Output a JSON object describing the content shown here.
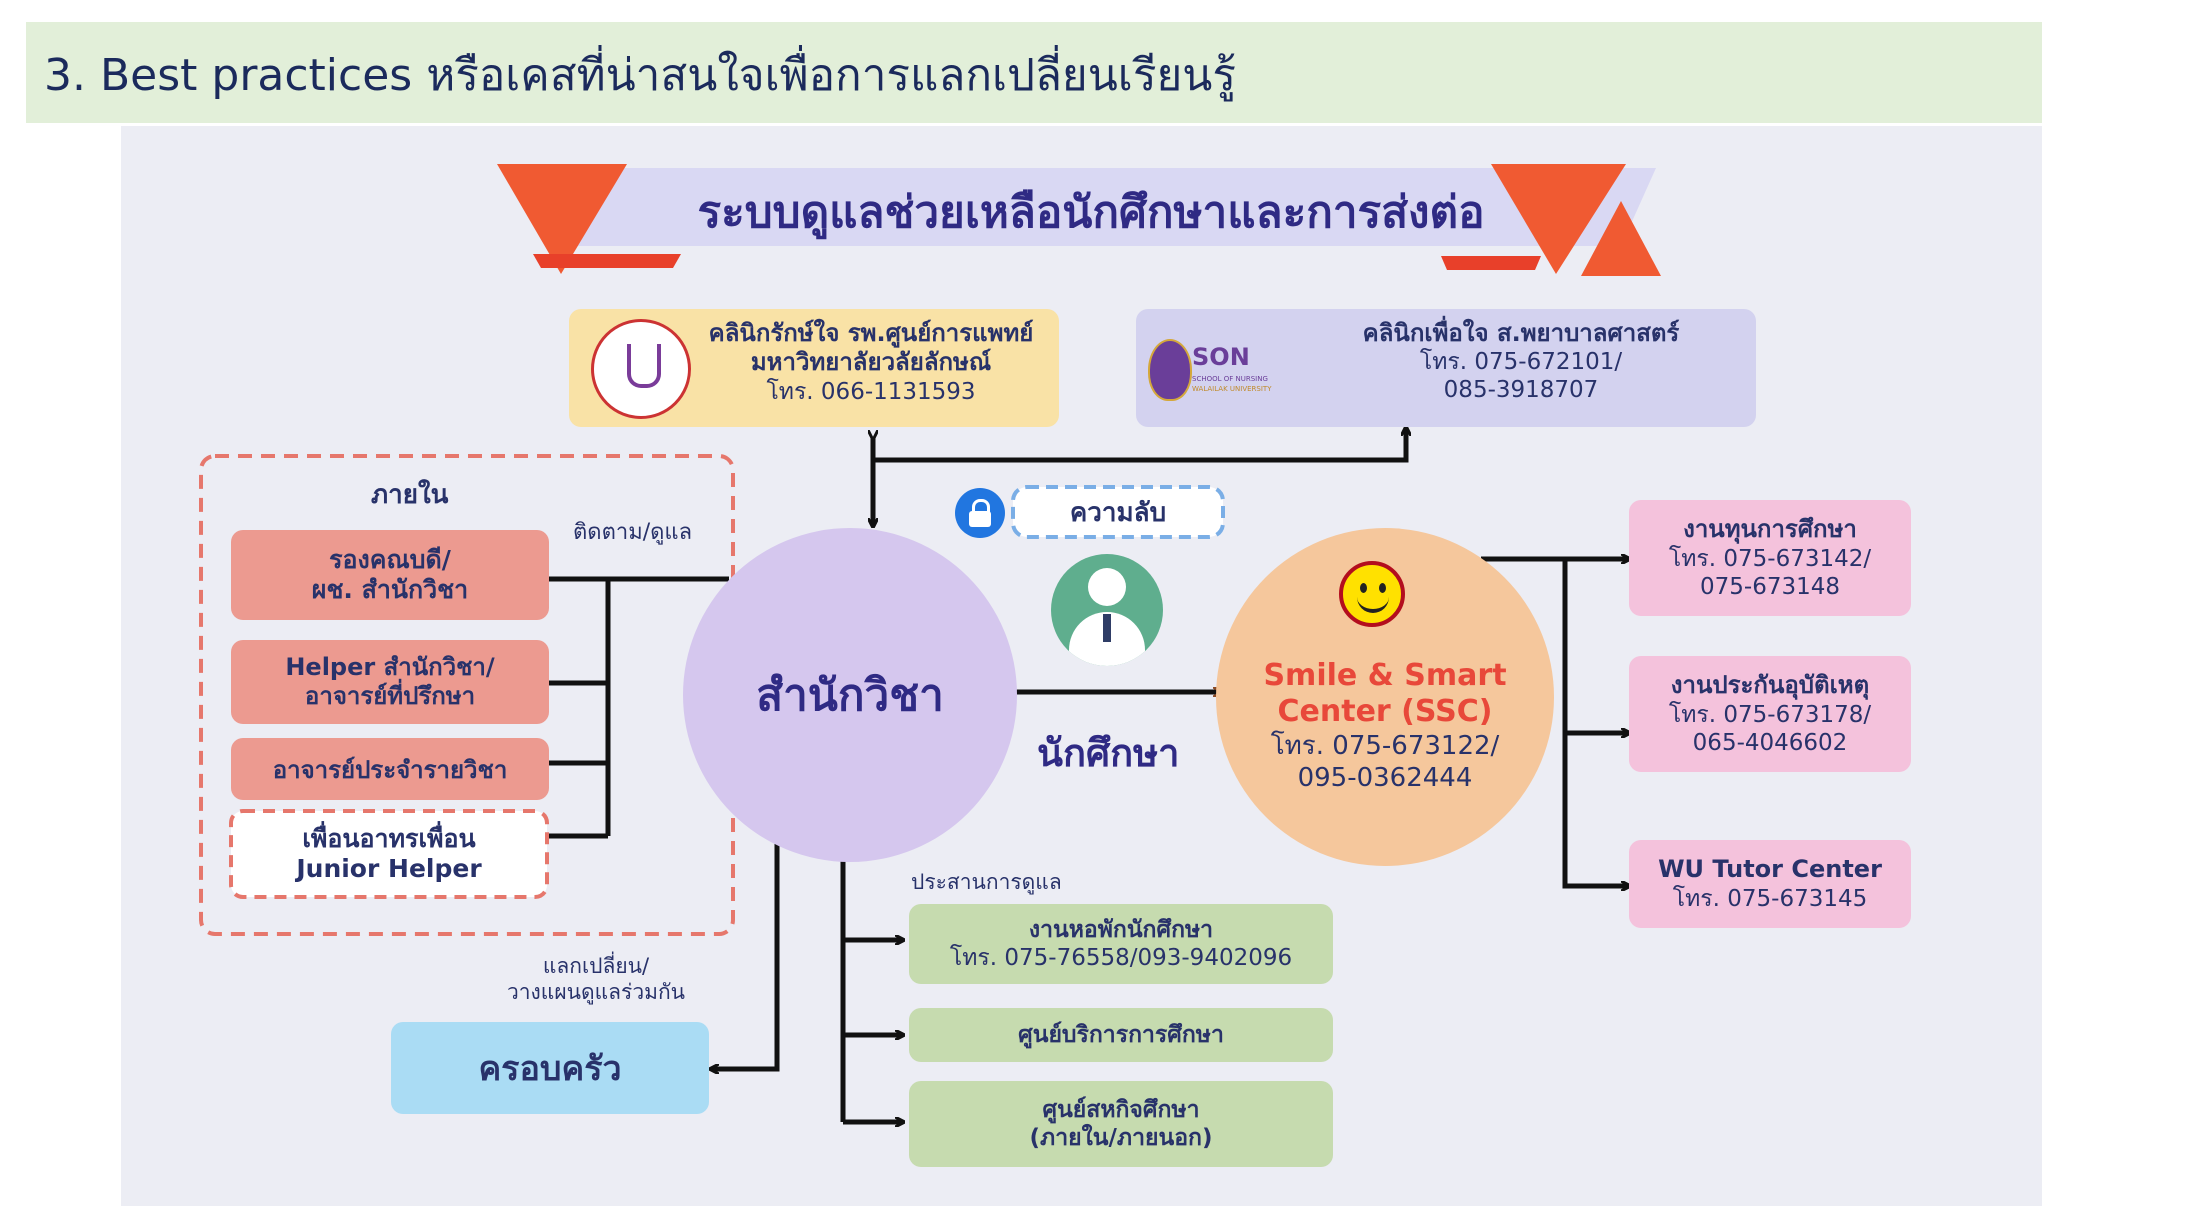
{
  "header": {
    "title": "3. Best practices หรือเคสที่น่าสนใจเพื่อการแลกเปลี่ยนเรียนรู้"
  },
  "banner": {
    "title": "ระบบดูแลช่วยเหลือนักศึกษาและการส่งต่อ"
  },
  "clinic_hospital": {
    "line1": "คลินิกรักษ์ใจ รพ.ศูนย์การแพทย์",
    "line2": "มหาวิทยาลัยวลัยลักษณ์",
    "phone": "โทร. 066-1131593"
  },
  "clinic_nursing": {
    "line1": "คลินิกเพื่อใจ ส.พยาบาลศาสตร์",
    "phone1": "โทร. 075-672101/",
    "phone2": "085-3918707",
    "logo_text": "SON",
    "logo_sub1": "SCHOOL OF NURSING",
    "logo_sub2": "WALAILAK UNIVERSITY"
  },
  "internal": {
    "title": "ภายใน",
    "follow_label": "ติดตาม/ดูแล",
    "deputy_line1": "รองคณบดี/",
    "deputy_line2": "ผช. สำนักวิชา",
    "helper_line1": "Helper สำนักวิชา/",
    "helper_line2": "อาจารย์ที่ปรึกษา",
    "course_teacher": "อาจารย์ประจำรายวิชา",
    "peer_line1": "เพื่อนอาทรเพื่อน",
    "peer_line2": "Junior Helper"
  },
  "center": {
    "school": "สำนักวิชา",
    "confidential": "ความลับ",
    "student": "นักศึกษา"
  },
  "ssc": {
    "line1": "Smile & Smart",
    "line2": "Center (SSC)",
    "phone1": "โทร. 075-673122/",
    "phone2": "095-0362444"
  },
  "right_units": {
    "scholarship_title": "งานทุนการศึกษา",
    "scholarship_phone1": "โทร. 075-673142/",
    "scholarship_phone2": "075-673148",
    "insurance_title": "งานประกันอุบัติเหตุ",
    "insurance_phone1": "โทร. 075-673178/",
    "insurance_phone2": "065-4046602",
    "tutor_title": "WU Tutor Center",
    "tutor_phone": "โทร. 075-673145"
  },
  "bottom_units": {
    "coordinate_label": "ประสานการดูแล",
    "dorm_title": "งานหอพักนักศึกษา",
    "dorm_phone": "โทร. 075-76558/093-9402096",
    "edu_service": "ศูนย์บริการการศึกษา",
    "coop_line1": "ศูนย์สหกิจศึกษา",
    "coop_line2": "(ภายใน/ภายนอก)"
  },
  "family": {
    "label_line1": "แลกเปลี่ยน/",
    "label_line2": "วางแผนดูแลร่วมกัน",
    "title": "ครอบครัว"
  },
  "colors": {
    "header_bg": "#e2efd9",
    "panel_bg": "#ecedf4",
    "banner_accent": "#f05a32",
    "banner_band": "#d9d8f3",
    "clinic_yellow": "#f9e2a6",
    "clinic_lavender": "#d3d2ef",
    "internal_red": "#ec9a90",
    "school_circle": "#d5c7ee",
    "ssc_circle": "#f5c79c",
    "right_pink": "#f4c2dc",
    "bottom_green": "#c6dbaf",
    "family_blue": "#aadcf4",
    "dashed_red": "#e6776c",
    "text_navy": "#28326a",
    "ssc_text": "#e8483a",
    "lock_blue": "#2176e0"
  }
}
